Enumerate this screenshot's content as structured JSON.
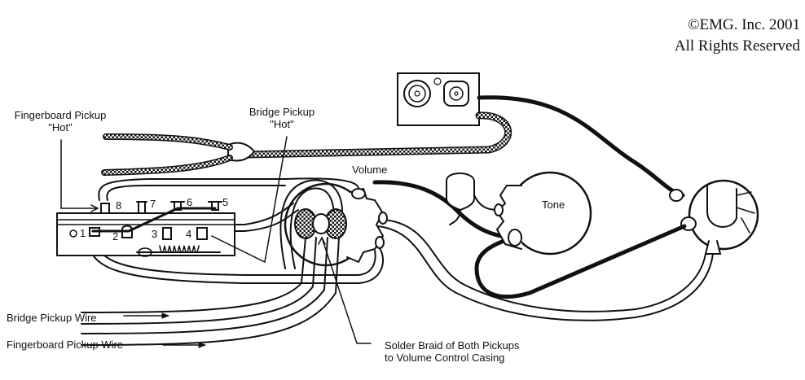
{
  "copyright": {
    "line1": "©EMG. Inc. 2001",
    "line2": "All Rights Reserved"
  },
  "labels": {
    "fingerboard_hot_line1": "Fingerboard Pickup",
    "fingerboard_hot_line2": "\"Hot\"",
    "bridge_hot_line1": "Bridge Pickup",
    "bridge_hot_line2": "\"Hot\"",
    "volume": "Volume",
    "tone": "Tone",
    "bridge_wire": "Bridge Pickup Wire",
    "fingerboard_wire": "Fingerboard Pickup Wire",
    "solder_line1": "Solder Braid of Both Pickups",
    "solder_line2": "to Volume Control Casing"
  },
  "switch_terminals": [
    "1",
    "2",
    "3",
    "4",
    "5",
    "6",
    "7",
    "8"
  ],
  "colors": {
    "ink": "#111111",
    "paper": "#ffffff"
  }
}
